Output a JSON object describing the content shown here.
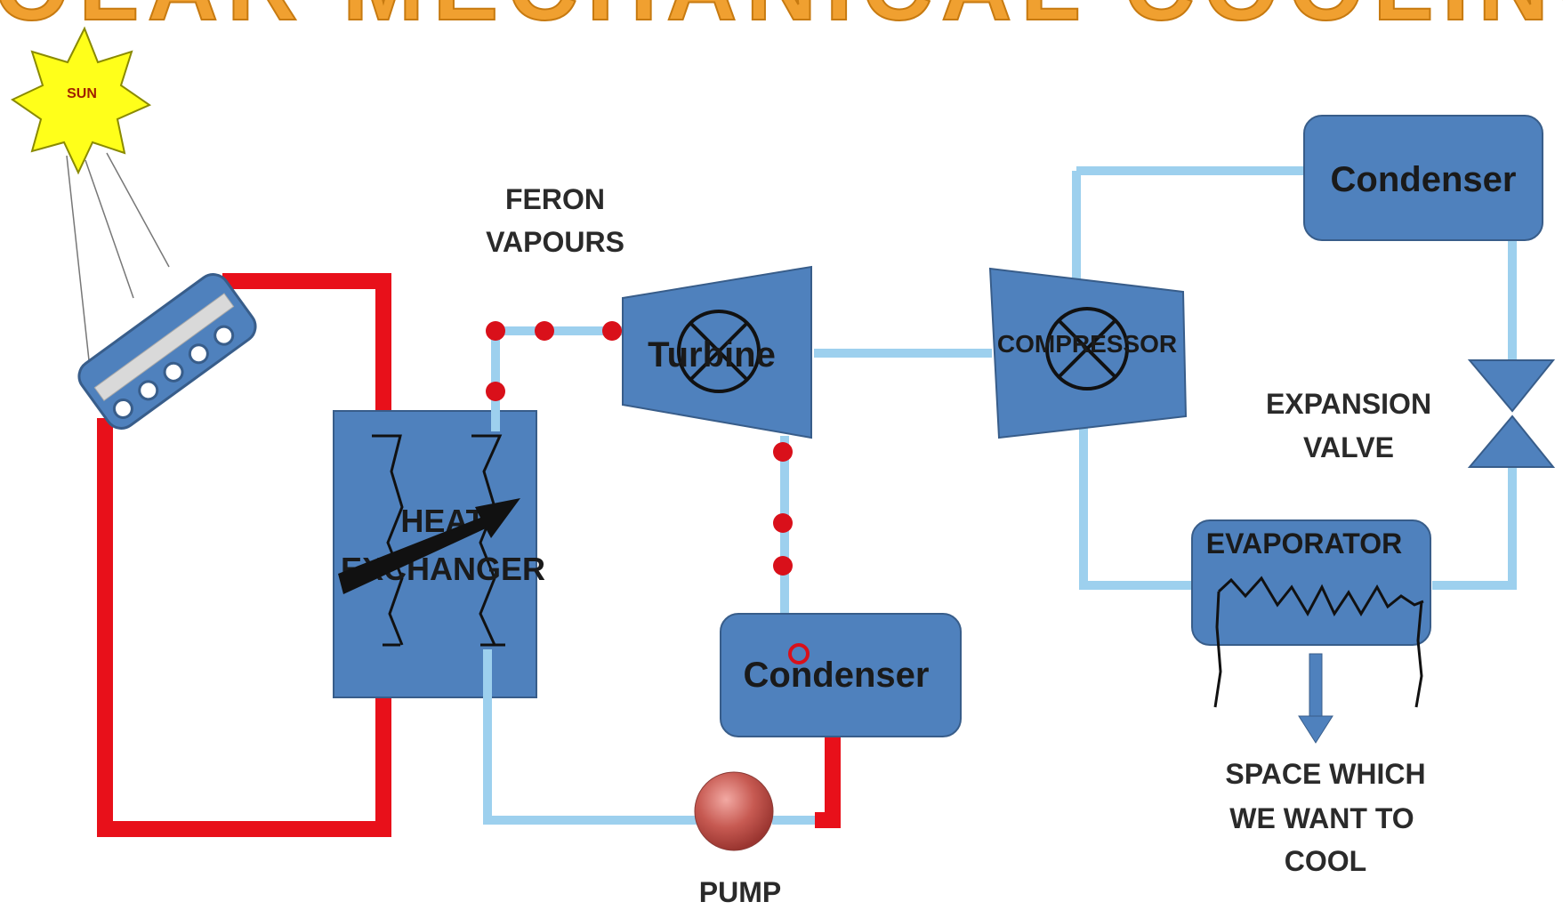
{
  "title_fragment": "SOLAR MECHANICAL COOLING",
  "sun": {
    "label": "SUN"
  },
  "components": {
    "heat_exchanger": {
      "line1": "HEAT",
      "line2": "EXCHANGER"
    },
    "turbine": {
      "label": "Turbine"
    },
    "compressor": {
      "label": "COMPRESSOR"
    },
    "condenser_top": {
      "label": "Condenser"
    },
    "condenser_bottom": {
      "label": "Condenser"
    },
    "evaporator": {
      "label": "EVAPORATOR"
    },
    "pump": {
      "label": "PUMP"
    }
  },
  "captions": {
    "feron_line1": "FERON",
    "feron_line2": "VAPOURS",
    "expansion_line1": "EXPANSION",
    "expansion_line2": "VALVE",
    "space_line1": "SPACE WHICH",
    "space_line2": "WE WANT TO",
    "space_line3": "COOL"
  },
  "colors": {
    "hot_pipe": "#e8101a",
    "cold_pipe": "#9dd0ee",
    "component_fill": "#4f81bd",
    "component_stroke": "#385d8a",
    "sun_fill": "#ffff1a",
    "vapour_dot": "#d9101a",
    "title_color": "#f0a030"
  }
}
